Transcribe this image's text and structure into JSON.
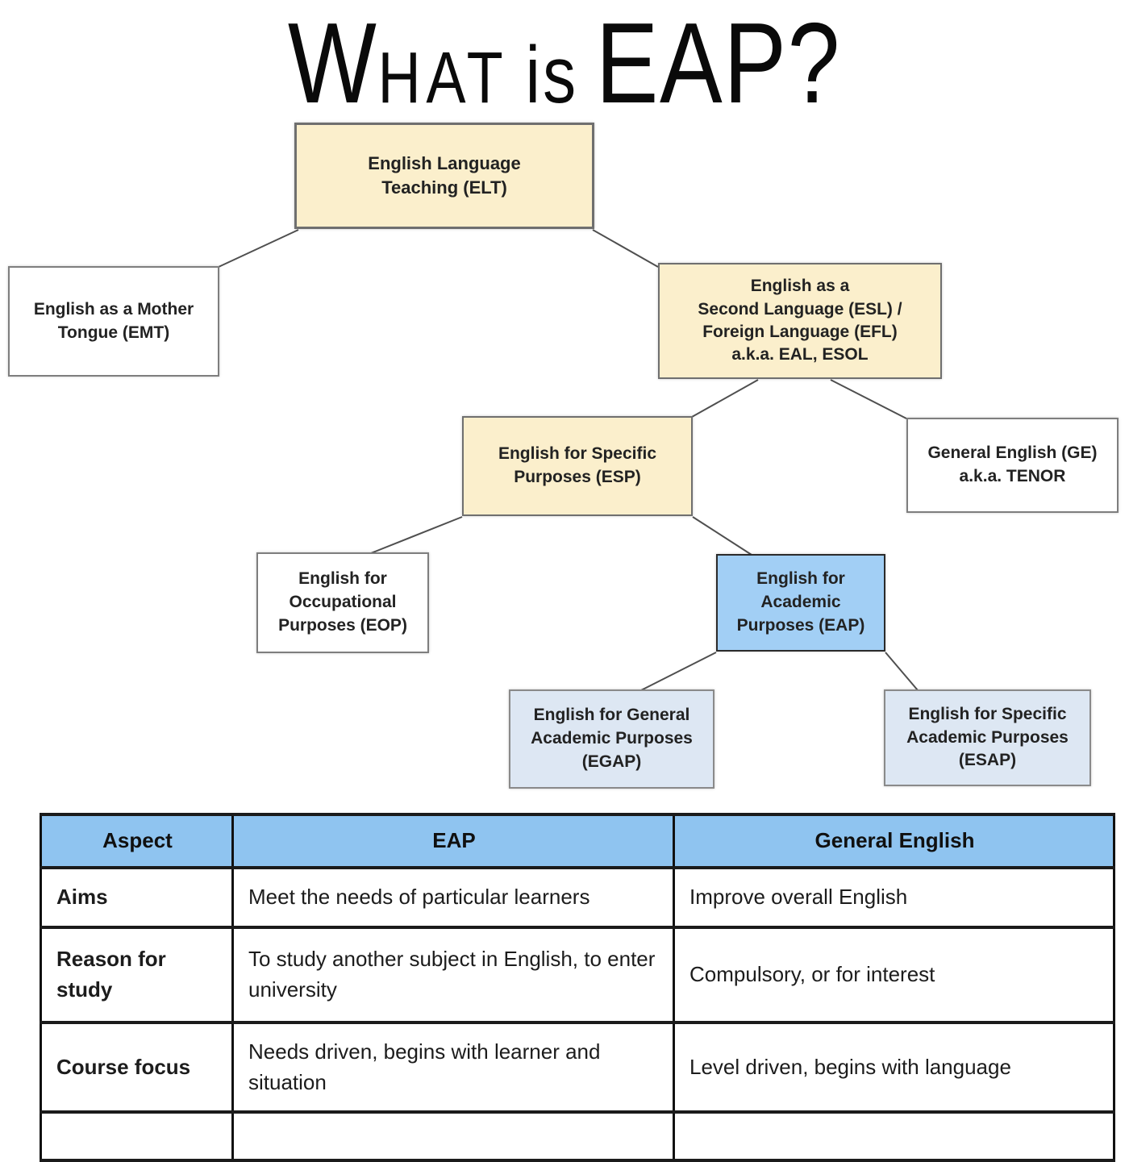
{
  "title": {
    "parts": [
      "W",
      "HAT",
      "is",
      "EAP?"
    ]
  },
  "colors": {
    "node_cream": "#FBEFCC",
    "node_blue": "#A2CFF5",
    "node_light_blue": "#DDE7F3",
    "table_header_blue": "#8FC4F0",
    "node_white": "#FFFFFF",
    "text": "#1C1C1C"
  },
  "tree": {
    "nodes": {
      "elt": {
        "label": "English Language\nTeaching (ELT)"
      },
      "emt": {
        "label": "English as a Mother\nTongue (EMT)"
      },
      "esl": {
        "label": "English as a\nSecond Language (ESL) /\nForeign Language (EFL)\na.k.a. EAL, ESOL"
      },
      "esp": {
        "label": "English for Specific\nPurposes (ESP)"
      },
      "ge": {
        "label": "General English (GE)\na.k.a. TENOR"
      },
      "eop": {
        "label": "English for\nOccupational\nPurposes (EOP)"
      },
      "eap": {
        "label": "English for\nAcademic\nPurposes (EAP)"
      },
      "egap": {
        "label": "English for General\nAcademic Purposes\n(EGAP)"
      },
      "esap": {
        "label": "English for Specific\nAcademic Purposes\n(ESAP)"
      }
    }
  },
  "table": {
    "headers": [
      "Aspect",
      "EAP",
      "General English"
    ],
    "rows": [
      {
        "aspect": "Aims",
        "eap": "Meet the needs of particular learners",
        "general": "Improve overall English"
      },
      {
        "aspect": "Reason for study",
        "eap": "To study another subject in English, to enter university",
        "general": "Compulsory, or for interest"
      },
      {
        "aspect": "Course focus",
        "eap": "Needs driven, begins with learner and situation",
        "general": "Level driven, begins with language"
      },
      {
        "aspect": "",
        "eap": "",
        "general": ""
      }
    ]
  }
}
